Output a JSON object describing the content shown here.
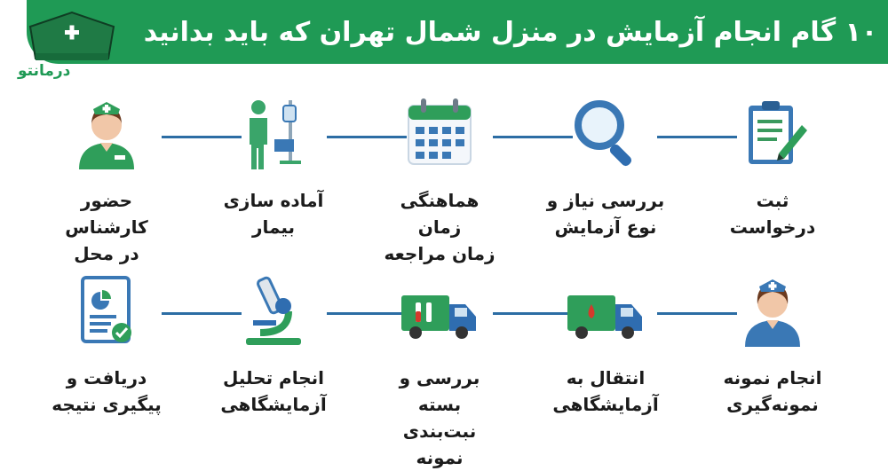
{
  "banner": {
    "title": "۱۰ گام انجام آزمایش در منزل شمال تهران که باید بدانید"
  },
  "brand": {
    "name": "درمانتو",
    "color": "#1f9a55",
    "accent": "#2c6da4"
  },
  "steps_row1": [
    {
      "line1": "ثبت درخواست",
      "line2": "",
      "icon": "clipboard-icon"
    },
    {
      "line1": "بررسی نیاز و",
      "line2": "نوع آزمایش",
      "icon": "magnifier-icon"
    },
    {
      "line1": "هماهنگی زمان",
      "line2": "زمان مراجعه",
      "icon": "calendar-icon"
    },
    {
      "line1": "آماده سازی",
      "line2": "بیمار",
      "icon": "patient-icon"
    },
    {
      "line1": "حضور کارشناس",
      "line2": "در محل",
      "icon": "nurse-icon"
    }
  ],
  "steps_row2": [
    {
      "line1": "انجام نمونه",
      "line2": "نمونه‌گیری",
      "icon": "nurse-icon"
    },
    {
      "line1": "انتقال به",
      "line2": "آزمایشگاهی",
      "icon": "truck-icon"
    },
    {
      "line1": "بررسی و بسته",
      "line2": "نبت‌بندی نمونه",
      "icon": "truck-icon"
    },
    {
      "line1": "انجام تحلیل",
      "line2": "آزمایشگاهی",
      "icon": "microscope-icon"
    },
    {
      "line1": "دریافت و",
      "line2": "پیگیری نتیجه",
      "icon": "report-icon"
    }
  ]
}
